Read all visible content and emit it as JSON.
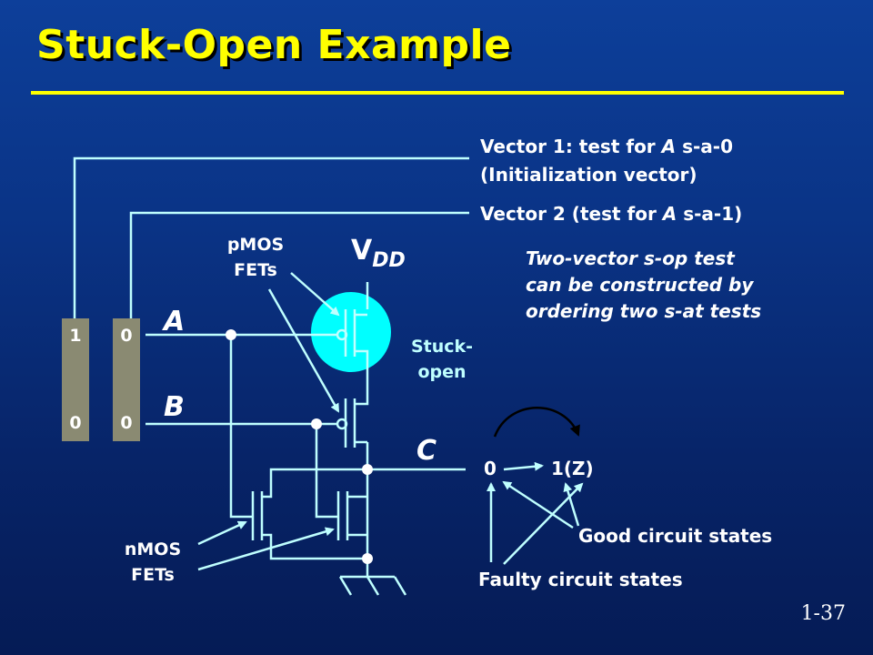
{
  "title": "Stuck-Open Example",
  "vector1": {
    "line1_pre": "Vector 1: test for ",
    "line1_var": "A",
    "line1_post": " s-a-0",
    "line2": "(Initialization vector)"
  },
  "vector2": {
    "pre": "Vector 2 (test for ",
    "var": "A",
    "post": " s-a-1)"
  },
  "note_lines": [
    "Two-vector s-op test",
    "can be constructed by",
    "ordering two s-at tests"
  ],
  "pmos_label": [
    "pMOS",
    "FETs"
  ],
  "nmos_label": [
    "nMOS",
    "FETs"
  ],
  "vdd": {
    "v": "V",
    "sub": "DD"
  },
  "signals": {
    "a": "A",
    "b": "B",
    "c": "C"
  },
  "stuck_open_label": [
    "Stuck-",
    "open"
  ],
  "vector_bits": {
    "bar1": [
      "1",
      "0"
    ],
    "bar2": [
      "0",
      "0"
    ]
  },
  "states": {
    "from": "0",
    "to": "1(Z)"
  },
  "good_states": "Good circuit states",
  "faulty_states": "Faulty circuit states",
  "page_number": "1-37",
  "colors": {
    "title": "#ffff00",
    "highlight": "#00ffff",
    "lines": "#bfffff",
    "bar": "#8a8a72"
  }
}
